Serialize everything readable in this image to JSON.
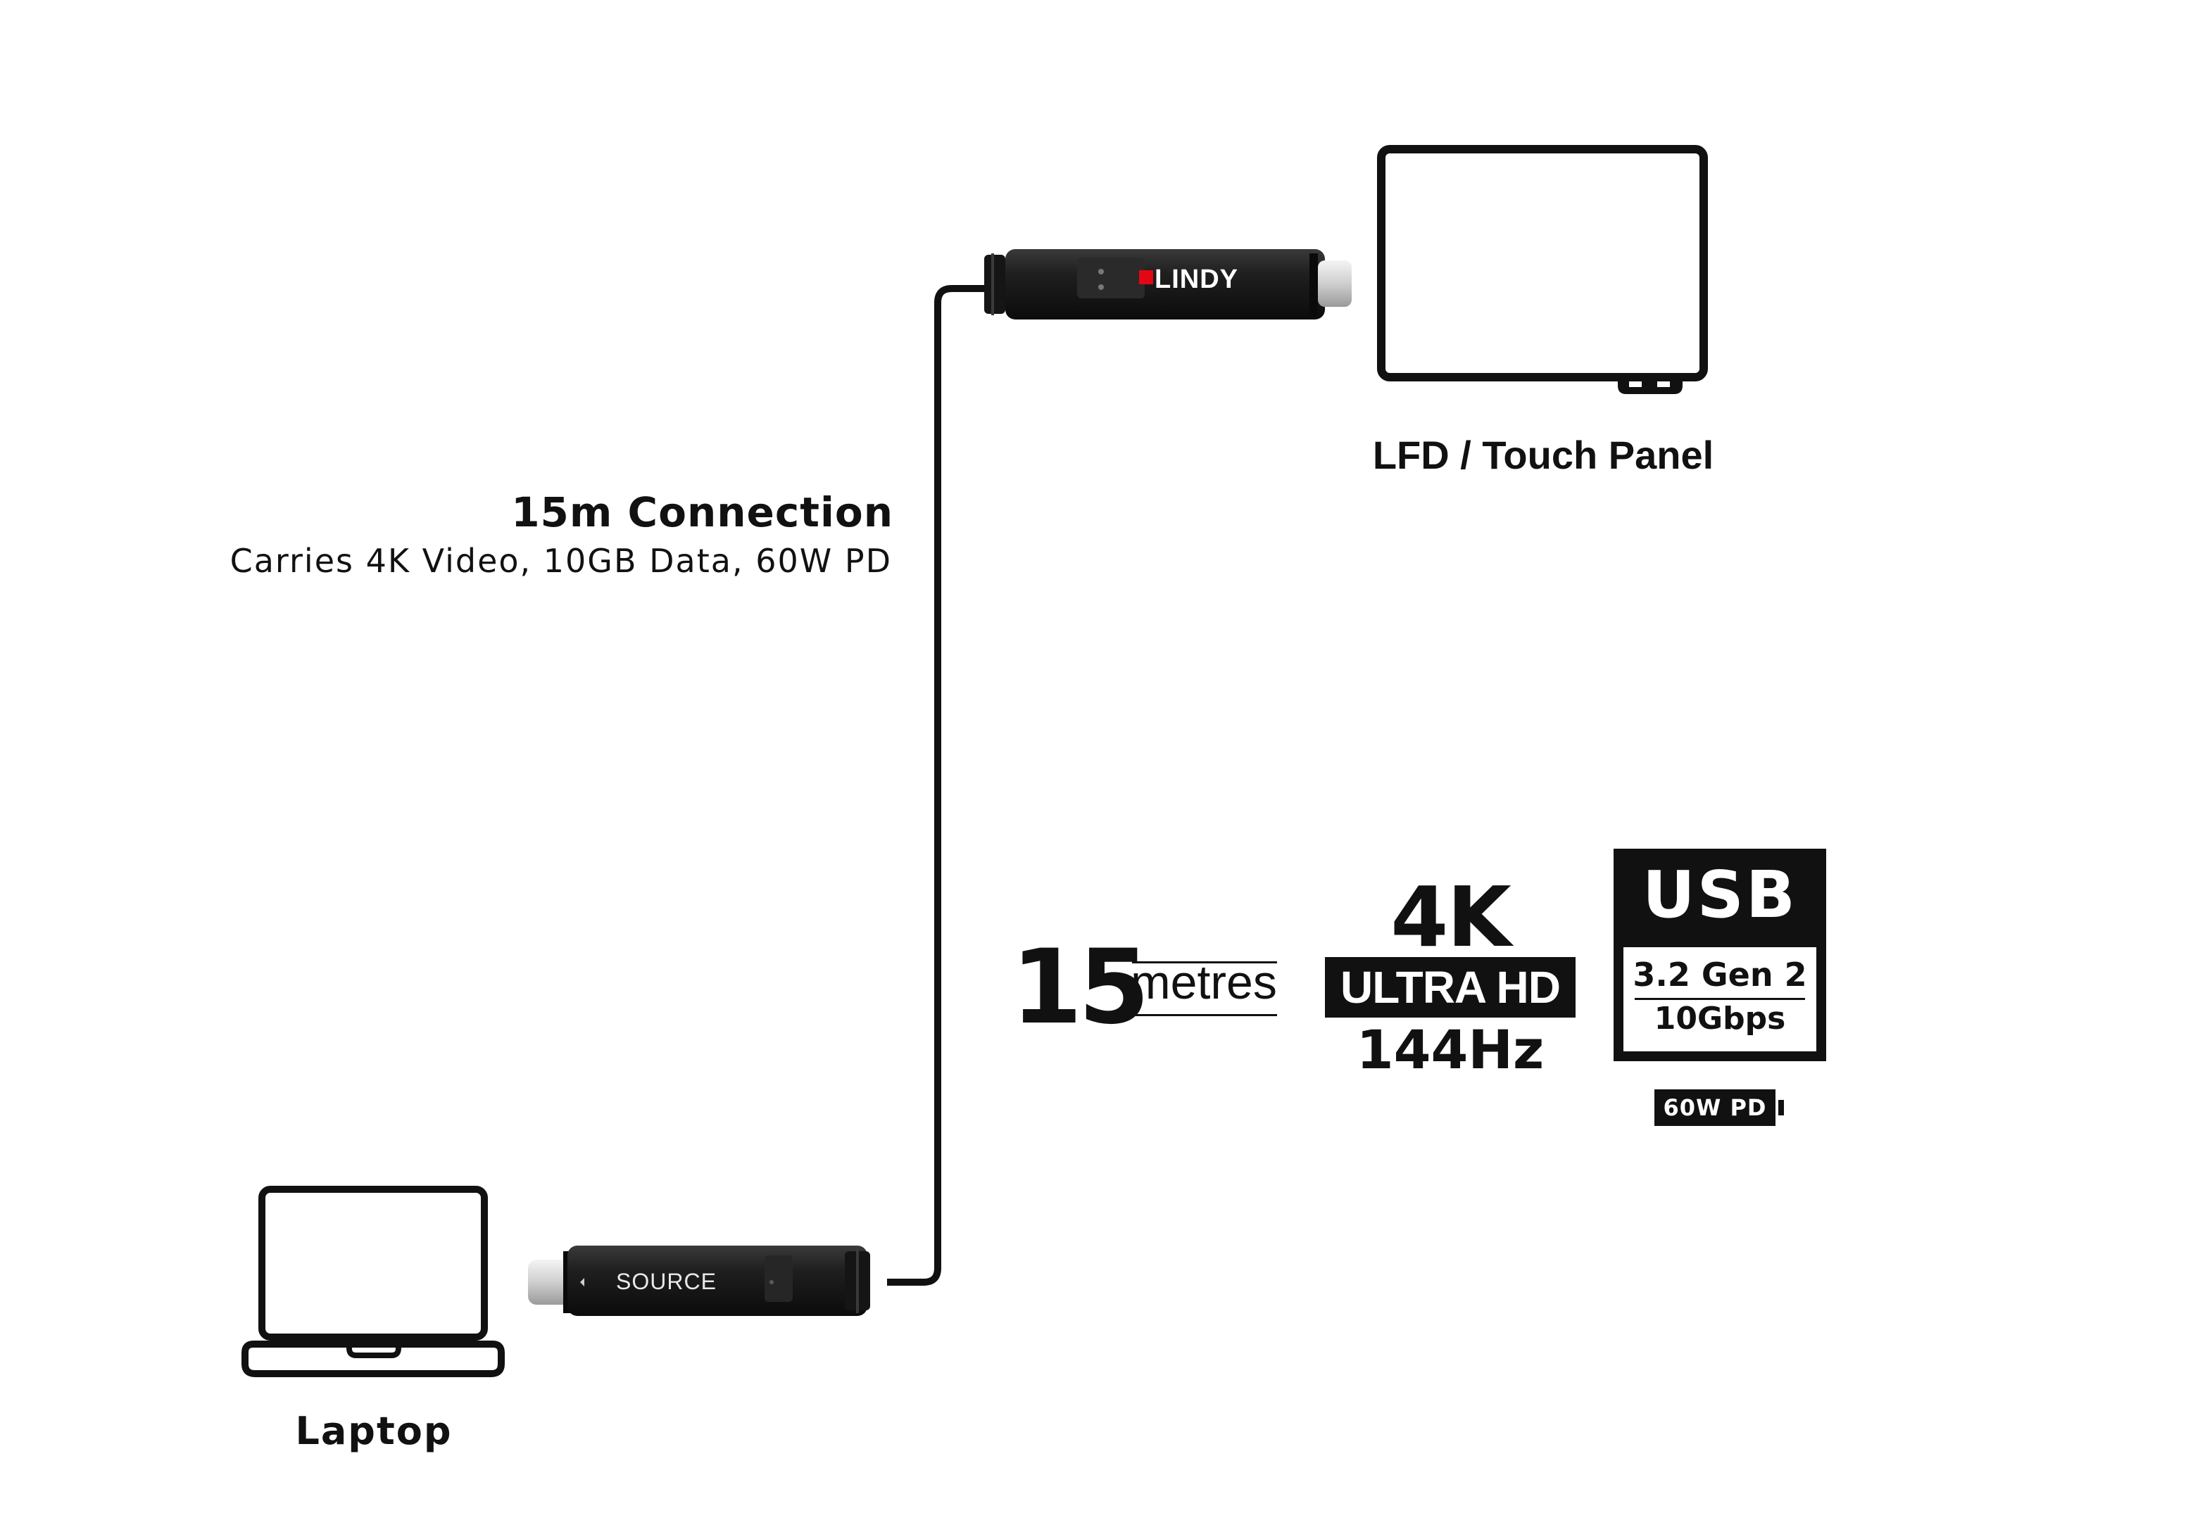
{
  "labels": {
    "display": "LFD / Touch Panel",
    "connection_title": "15m Connection",
    "connection_subtitle": "Carries 4K Video, 10GB Data, 60W PD",
    "laptop": "Laptop"
  },
  "connector": {
    "brand": "LINDY",
    "source_label": "SOURCE"
  },
  "badges": {
    "length_value": "15",
    "length_unit": "metres",
    "resolution": "4K",
    "resolution_tag": "ULTRA HD",
    "refresh_rate": "144Hz",
    "usb_title": "USB",
    "usb_version": "3.2  Gen 2",
    "usb_speed": "10Gbps",
    "power_delivery": "60W PD"
  },
  "colors": {
    "ink": "#111111",
    "connector_body": "#1c1c1c",
    "connector_plug": "#d9d9d9",
    "brand_accent": "#e30613"
  },
  "icons": [
    "display-icon",
    "laptop-icon",
    "cable-connector-icon",
    "battery-icon"
  ]
}
